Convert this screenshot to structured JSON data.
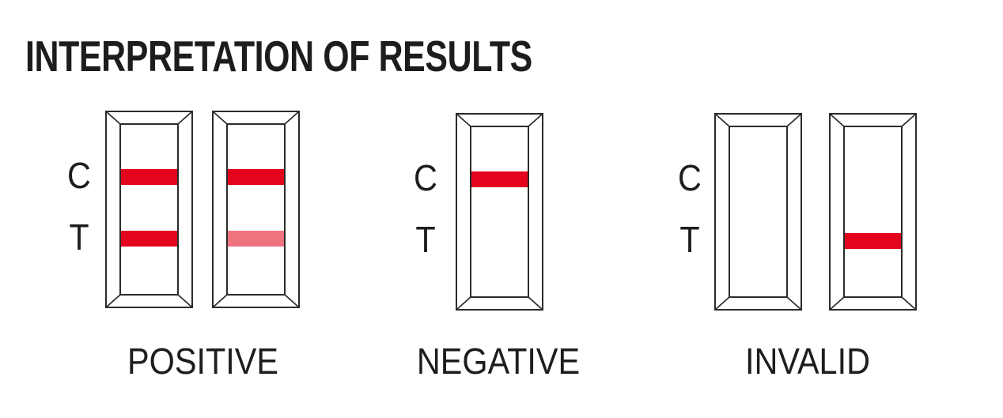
{
  "title": "INTERPRETATION OF RESULTS",
  "labels": {
    "control_line": "C",
    "test_line": "T"
  },
  "colors": {
    "strong_line": "#e3041e",
    "faint_line": "#ef737f",
    "outline": "#2b2b29",
    "text": "#1d1d1b"
  },
  "groups": [
    {
      "name": "positive",
      "caption": "POSITIVE",
      "cassettes": [
        {
          "c_line": "strong",
          "t_line": "strong"
        },
        {
          "c_line": "strong",
          "t_line": "faint"
        }
      ]
    },
    {
      "name": "negative",
      "caption": "NEGATIVE",
      "cassettes": [
        {
          "c_line": "strong",
          "t_line": "none"
        }
      ]
    },
    {
      "name": "invalid",
      "caption": "INVALID",
      "cassettes": [
        {
          "c_line": "none",
          "t_line": "none"
        },
        {
          "c_line": "none",
          "t_line": "strong"
        }
      ]
    }
  ]
}
